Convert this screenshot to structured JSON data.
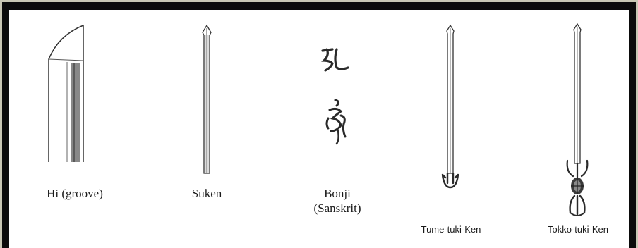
{
  "figures": [
    {
      "id": "hi",
      "label": "Hi (groove)",
      "icon": "hi-groove-blade-icon"
    },
    {
      "id": "suken",
      "label": "Suken",
      "icon": "suken-sword-icon"
    },
    {
      "id": "bonji",
      "label_line1": "Bonji",
      "label_line2": "(Sanskrit)",
      "icon": "bonji-sanskrit-characters-icon"
    },
    {
      "id": "tume",
      "label": "Tume-tuki-Ken",
      "icon": "tume-tuki-ken-icon"
    },
    {
      "id": "tokko",
      "label": "Tokko-tuki-Ken",
      "icon": "tokko-tuki-ken-icon"
    }
  ],
  "colors": {
    "outer_background": "#c8c7b4",
    "border": "#0b0b0b",
    "panel": "#ffffff",
    "ink": "#1a1a1a"
  }
}
